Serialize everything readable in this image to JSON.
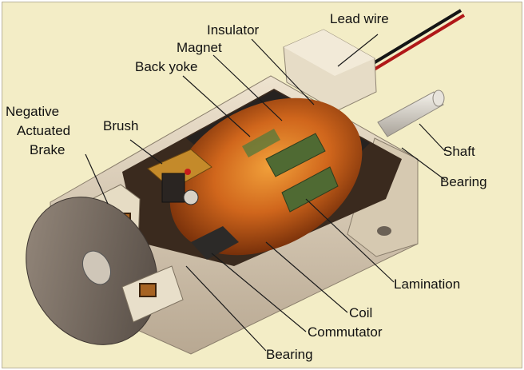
{
  "labels": {
    "lead_wire": "Lead wire",
    "insulator": "Insulator",
    "magnet": "Magnet",
    "back_yoke": "Back yoke",
    "negative_actuated_brake": [
      "Negative",
      "Actuated",
      "Brake"
    ],
    "brush": "Brush",
    "shaft": "Shaft",
    "bearing_right": "Bearing",
    "lamination": "Lamination",
    "coil": "Coil",
    "commutator": "Commutator",
    "bearing_bottom": "Bearing"
  },
  "colors": {
    "background": "#f3edc6",
    "housing": "#d9ccb6",
    "rotor_copper": "#c8621b",
    "magnet_green": "#4f6a33",
    "wire_red": "#b01818"
  }
}
